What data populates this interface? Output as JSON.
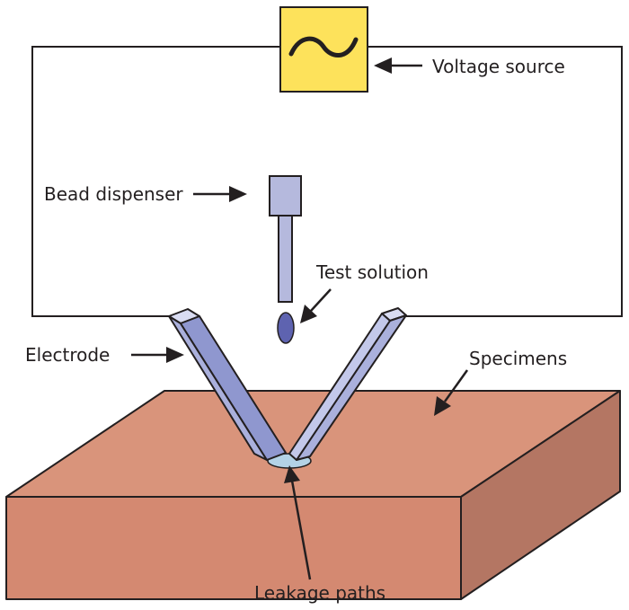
{
  "labels": {
    "voltage_source": "Voltage source",
    "bead_dispenser": "Bead dispenser",
    "test_solution": "Test solution",
    "electrode": "Electrode",
    "specimens": "Specimens",
    "leakage_paths": "Leakage paths"
  },
  "colors": {
    "voltage_box": "#fde25b",
    "specimen_top": "#d9947b",
    "specimen_front": "#d48971",
    "specimen_side": "#b47663",
    "electrode_fill": "#aab0dc",
    "electrode_dark": "#8f97cf",
    "dispenser_fill": "#b5b9dd",
    "droplet": "#5e63b0",
    "leak_pool": "#b3d2e6",
    "stroke": "#231f20"
  },
  "icons": {
    "voltage_symbol": "sine-wave-icon"
  }
}
